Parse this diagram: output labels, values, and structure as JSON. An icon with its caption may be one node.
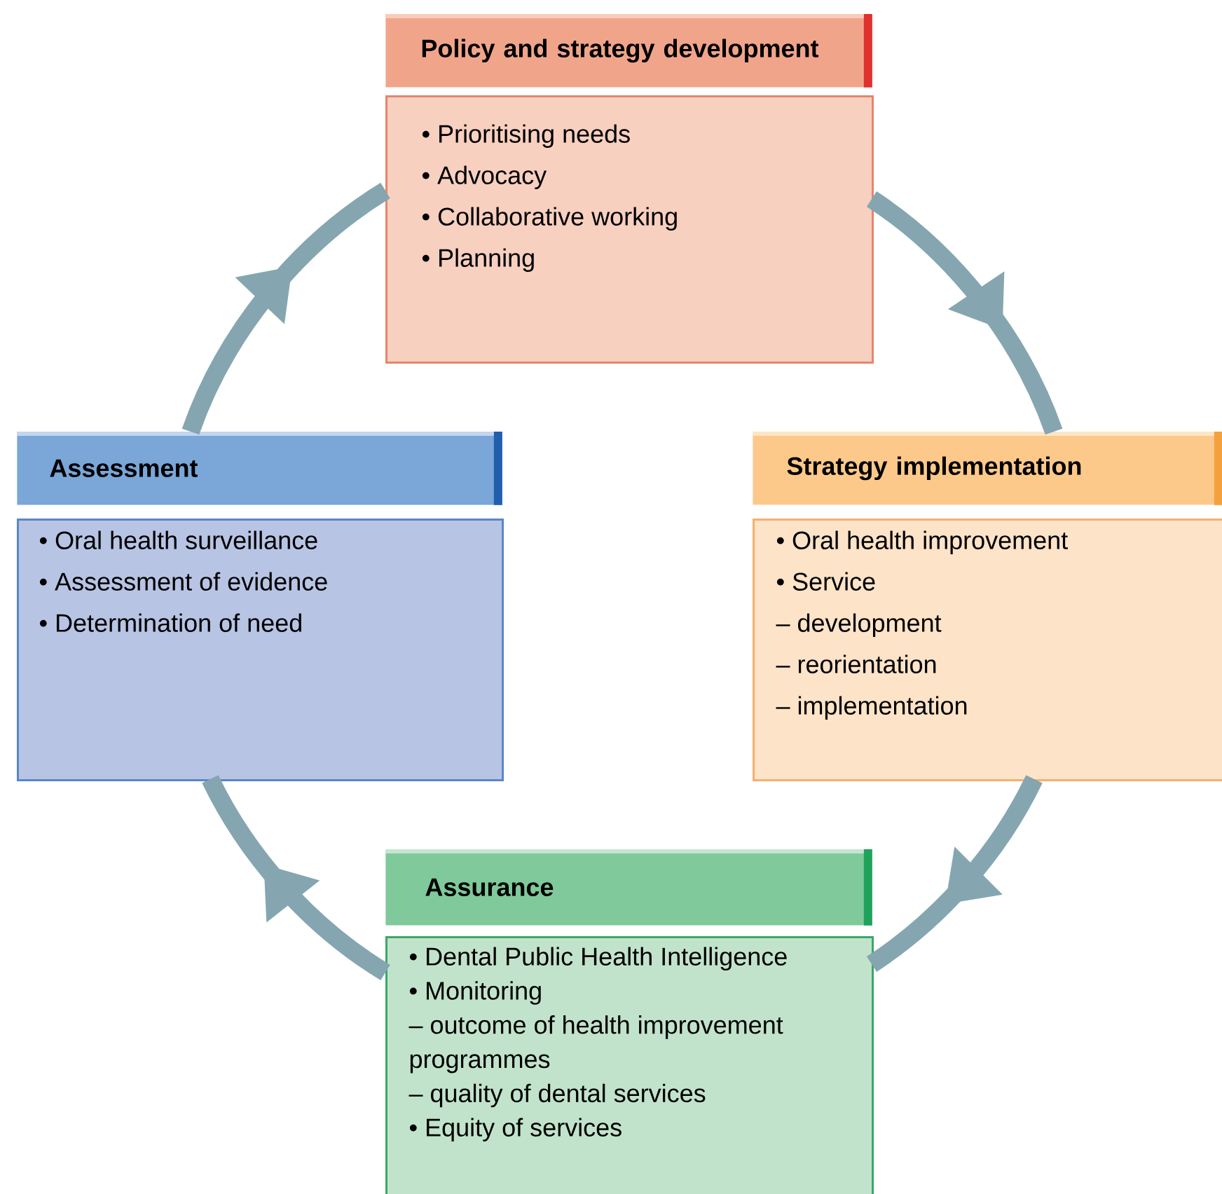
{
  "diagram": {
    "nodes": [
      {
        "text": [
          "Policy and strategy development"
        ]
      },
      {
        "text": [
          "• Prioritising needs",
          "• Advocacy",
          "• Collaborative working",
          "• Planning"
        ]
      },
      {
        "text": [
          "Assessment"
        ]
      },
      {
        "text": [
          "• Oral health surveillance",
          "• Assessment of evidence",
          "• Determination of need"
        ]
      },
      {
        "text": [
          "Strategy implementation"
        ]
      },
      {
        "text": [
          "• Oral health improvement",
          "• Service",
          "– development",
          "– reorientation",
          "– implementation"
        ]
      },
      {
        "text": [
          "Assurance"
        ]
      },
      {
        "text": [
          "• Dental Public Health Intelligence",
          "• Monitoring",
          "– outcome of health improvement programmes",
          "– quality of dental services",
          "• Equity of services"
        ]
      }
    ],
    "edges": [
      {
        "from": 2,
        "to": 1,
        "arrow": "to"
      },
      {
        "from": 1,
        "to": 4,
        "arrow": "to"
      },
      {
        "from": 5,
        "to": 7,
        "arrow": "to"
      },
      {
        "from": 7,
        "to": 3,
        "arrow": "to"
      }
    ]
  }
}
